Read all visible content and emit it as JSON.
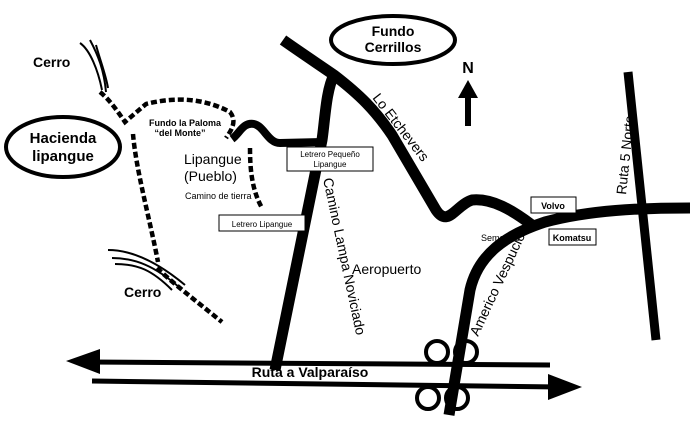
{
  "places": {
    "fundo_cerrillos": [
      "Fundo",
      "Cerrillos"
    ],
    "hacienda_lipangue": [
      "Hacienda",
      "lipangue"
    ],
    "cerro_top": "Cerro",
    "cerro_bottom": "Cerro",
    "fundo_la_paloma": [
      "Fundo la Paloma",
      "“del Monte”"
    ],
    "lipangue_pueblo": [
      "Lipangue",
      "(Pueblo)"
    ],
    "camino_de_tierra": "Camino de tierra",
    "aeropuerto": "Aeropuerto",
    "semaforo": "Semaforo"
  },
  "roads": {
    "lo_etchevers": "Lo Etchevers",
    "camino_lampa": "Camino Lampa Noviciado",
    "americo_vespucio": "Americo Vespucio",
    "ruta_5_norte": "Ruta 5 Norte",
    "ruta_valparaiso": "Ruta a Valparaíso"
  },
  "signs": {
    "letrero_pequeno": [
      "Letrero Pequeño",
      "Lipangue"
    ],
    "letrero_lipangue": "Letrero Lipangue",
    "volvo": "Volvo",
    "komatsu": "Komatsu"
  },
  "compass": {
    "label": "N"
  },
  "colors": {
    "ink": "#000000",
    "background": "#ffffff"
  }
}
